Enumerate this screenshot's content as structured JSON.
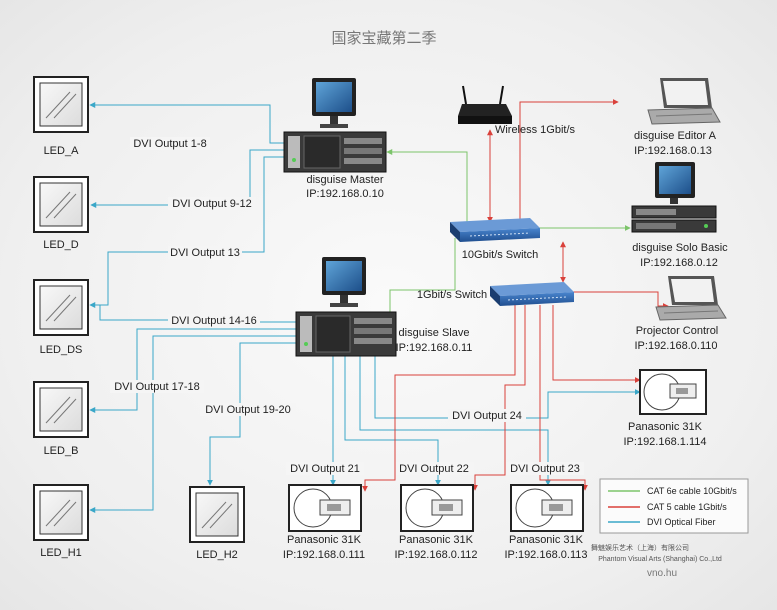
{
  "title": "国家宝藏第二季",
  "led_screens": {
    "a": "LED_A",
    "d": "LED_D",
    "ds": "LED_DS",
    "b": "LED_B",
    "h1": "LED_H1",
    "h2": "LED_H2"
  },
  "dvi_outputs": {
    "o1_8": "DVI Output 1-8",
    "o9_12": "DVI Output 9-12",
    "o13": "DVI Output 13",
    "o14_16": "DVI Output 14-16",
    "o17_18": "DVI Output 17-18",
    "o19_20": "DVI Output 19-20",
    "o21": "DVI Output 21",
    "o22": "DVI Output 22",
    "o23": "DVI Output 23",
    "o24": "DVI Output 24"
  },
  "devices": {
    "master": {
      "name": "disguise Master",
      "ip": "IP:192.168.0.10"
    },
    "slave": {
      "name": "disguise Slave",
      "ip": "IP:192.168.0.11"
    },
    "editor": {
      "name": "disguise Editor A",
      "ip": "IP:192.168.0.13"
    },
    "solo": {
      "name": "disguise Solo Basic",
      "ip": "IP:192.168.0.12"
    },
    "projector_control": {
      "name": "Projector Control",
      "ip": "IP:192.168.0.110"
    },
    "wireless": {
      "name": "Wireless 1Gbit/s"
    },
    "switch10": {
      "name": "10Gbit/s Switch"
    },
    "switch1": {
      "name": "1Gbit/s Switch"
    }
  },
  "projectors": {
    "p114": {
      "name": "Panasonic 31K",
      "ip": "IP:192.168.1.114"
    },
    "p111": {
      "name": "Panasonic 31K",
      "ip": "IP:192.168.0.111"
    },
    "p112": {
      "name": "Panasonic 31K",
      "ip": "IP:192.168.0.112"
    },
    "p113": {
      "name": "Panasonic 31K",
      "ip": "IP:192.168.0.113"
    }
  },
  "legend": {
    "cat6e": "CAT 6e cable 10Gbit/s",
    "cat5": "CAT 5 cable 1Gbit/s",
    "dvi": "DVI Optical Fiber"
  },
  "colors": {
    "cat6e": "#7cc46a",
    "cat5": "#d9413b",
    "dvi": "#3aa7c8",
    "switch": "#2b5fa8"
  },
  "credits": {
    "company_cn": "舞魅娱乐艺术（上海）有限公司",
    "company_en": "Phantom Visual Arts (Shanghai) Co.,Ltd",
    "watermark": "vno.hu"
  }
}
